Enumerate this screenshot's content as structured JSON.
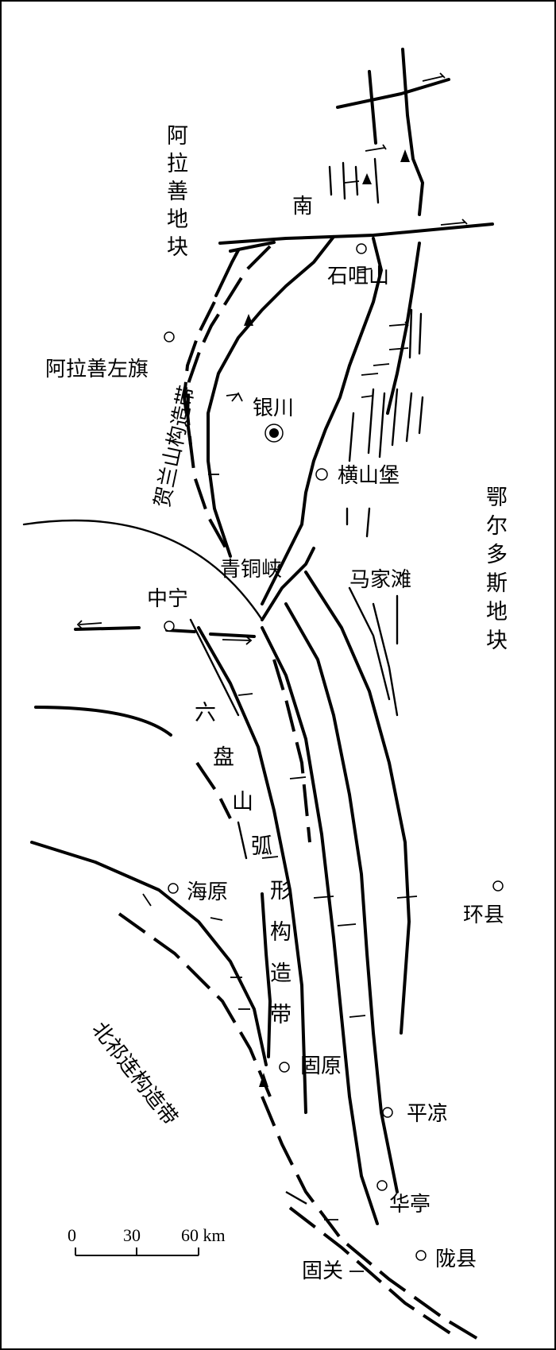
{
  "blocks": {
    "alashan": "阿拉善地块",
    "ordos": "鄂尔多斯地块"
  },
  "belts": {
    "helanshan": "贺兰山构造带",
    "liupanshan": "六盘山弧形构造带",
    "qilian": "北祁连构造带"
  },
  "places": {
    "nan": "南",
    "shizuishan": "石咀山",
    "alashanzuoqi": "阿拉善左旗",
    "yinchuan": "银川",
    "hengshanbao": "横山堡",
    "qingtongxia": "青铜峡",
    "majiatan": "马家滩",
    "zhongning": "中宁",
    "haiyuan": "海原",
    "huanxian": "环县",
    "guyuan": "固原",
    "pingliang": "平凉",
    "huating": "华亭",
    "guguan": "固关",
    "longxian": "陇县"
  },
  "scale_bar": {
    "ticks": [
      "0",
      "30",
      "60 km"
    ]
  }
}
